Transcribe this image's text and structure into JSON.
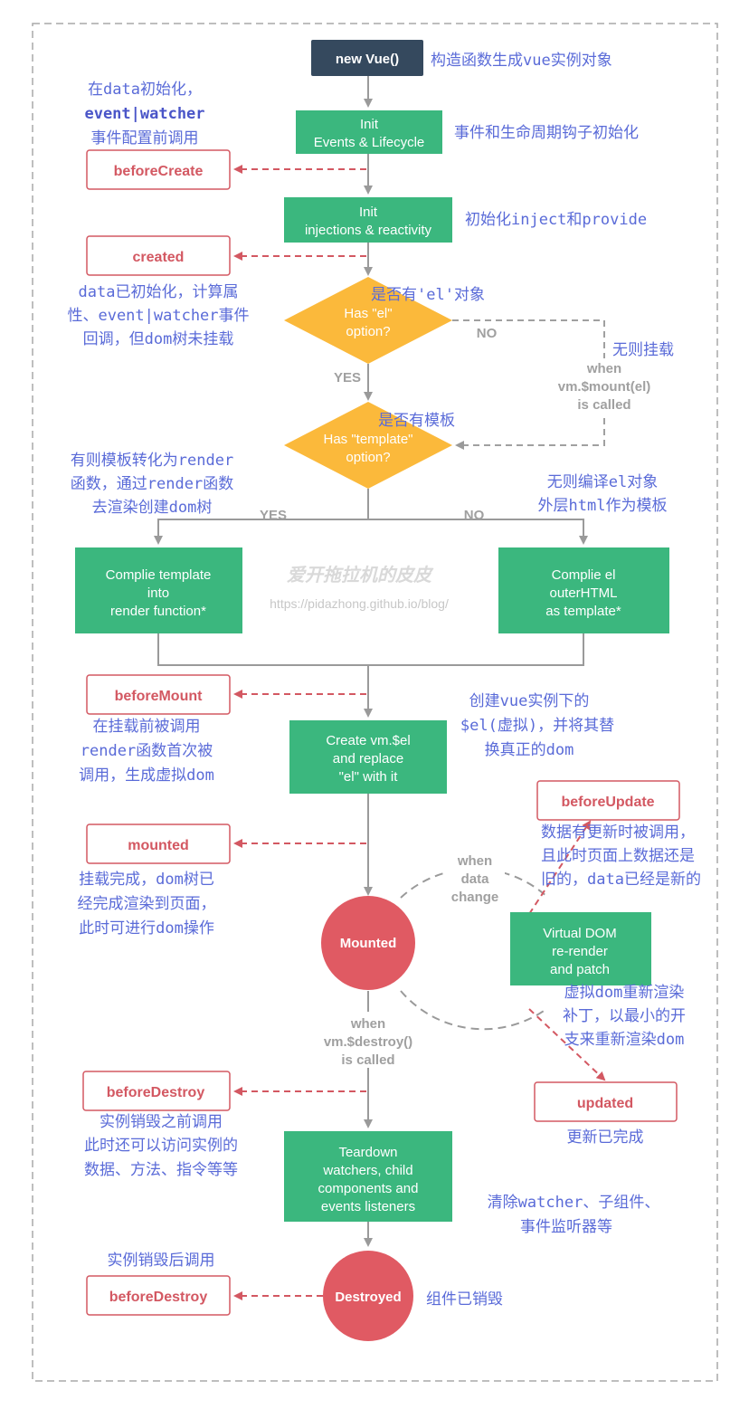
{
  "nodes": {
    "new_vue": "new Vue()",
    "init_events": [
      "Init",
      "Events & Lifecycle"
    ],
    "init_injections": [
      "Init",
      "injections & reactivity"
    ],
    "has_el": [
      "Has \"el\"",
      "option?"
    ],
    "has_template": [
      "Has \"template\"",
      "option?"
    ],
    "compile_template": [
      "Complie template",
      "into",
      "render function*"
    ],
    "compile_el": [
      "Complie el",
      "outerHTML",
      "as template*"
    ],
    "create_vm_el": [
      "Create vm.$el",
      "and replace",
      "\"el\" with it"
    ],
    "mounted": "Mounted",
    "virtual_dom": [
      "Virtual DOM",
      "re-render",
      "and patch"
    ],
    "teardown": [
      "Teardown",
      "watchers, child",
      "components and",
      "events listeners"
    ],
    "destroyed": "Destroyed"
  },
  "hooks": {
    "before_create": "beforeCreate",
    "created": "created",
    "before_mount": "beforeMount",
    "mounted": "mounted",
    "before_update": "beforeUpdate",
    "updated": "updated",
    "before_destroy": "beforeDestroy",
    "destroyed_hook": "beforeDestroy"
  },
  "labels": {
    "no_1": "NO",
    "yes_1": "YES",
    "yes_2": "YES",
    "no_2": "NO",
    "when_mount": [
      "when",
      "vm.$mount(el)",
      "is called"
    ],
    "when_data_change": [
      "when",
      "data",
      "change"
    ],
    "when_destroy": [
      "when",
      "vm.$destroy()",
      "is called"
    ]
  },
  "notes": {
    "new_vue": "构造函数生成vue实例对象",
    "before_create": [
      "在data初始化，",
      "event|watcher",
      "事件配置前调用"
    ],
    "init_events": "事件和生命周期钩子初始化",
    "init_injections": "初始化inject和provide",
    "created": [
      "data已初始化，计算属",
      "性、event|watcher事件",
      "回调，但dom树未挂载"
    ],
    "has_el": "是否有'el'对象",
    "no_el": "无则挂载",
    "has_template": "是否有模板",
    "template_yes": [
      "有则模板转化为render",
      "函数，通过render函数",
      "去渲染创建dom树"
    ],
    "template_no": [
      "无则编译el对象",
      "外层html作为模板"
    ],
    "create_el": [
      "创建vue实例下的",
      "$el(虚拟)，并将其替",
      "换真正的dom"
    ],
    "before_mount": [
      "在挂载前被调用",
      "render函数首次被",
      "调用，生成虚拟dom"
    ],
    "mounted": [
      "挂载完成，dom树已",
      "经完成渲染到页面，",
      "此时可进行dom操作"
    ],
    "before_update": [
      "数据有更新时被调用，",
      "且此时页面上数据还是",
      "旧的，data已经是新的"
    ],
    "virtual_dom": [
      "虚拟dom重新渲染",
      "补丁，以最小的开",
      "支来重新渲染dom"
    ],
    "updated": "更新已完成",
    "before_destroy": [
      "实例销毁之前调用",
      "此时还可以访问实例的",
      "数据、方法、指令等等"
    ],
    "teardown": [
      "清除watcher、子组件、",
      "事件监听器等"
    ],
    "destroyed_hook": "实例销毁后调用",
    "destroyed": "组件已销毁"
  },
  "watermark": {
    "title": "爱开拖拉机的皮皮",
    "url": "https://pidazhong.github.io/blog/"
  },
  "colors": {
    "dark_box": "#35495e",
    "green": "#3bb77e",
    "yellow": "#fbb93b",
    "red_circle": "#e05a63",
    "hook_red": "#d35862",
    "note_blue": "#5a6bd8",
    "gray": "#a0a0a0"
  }
}
